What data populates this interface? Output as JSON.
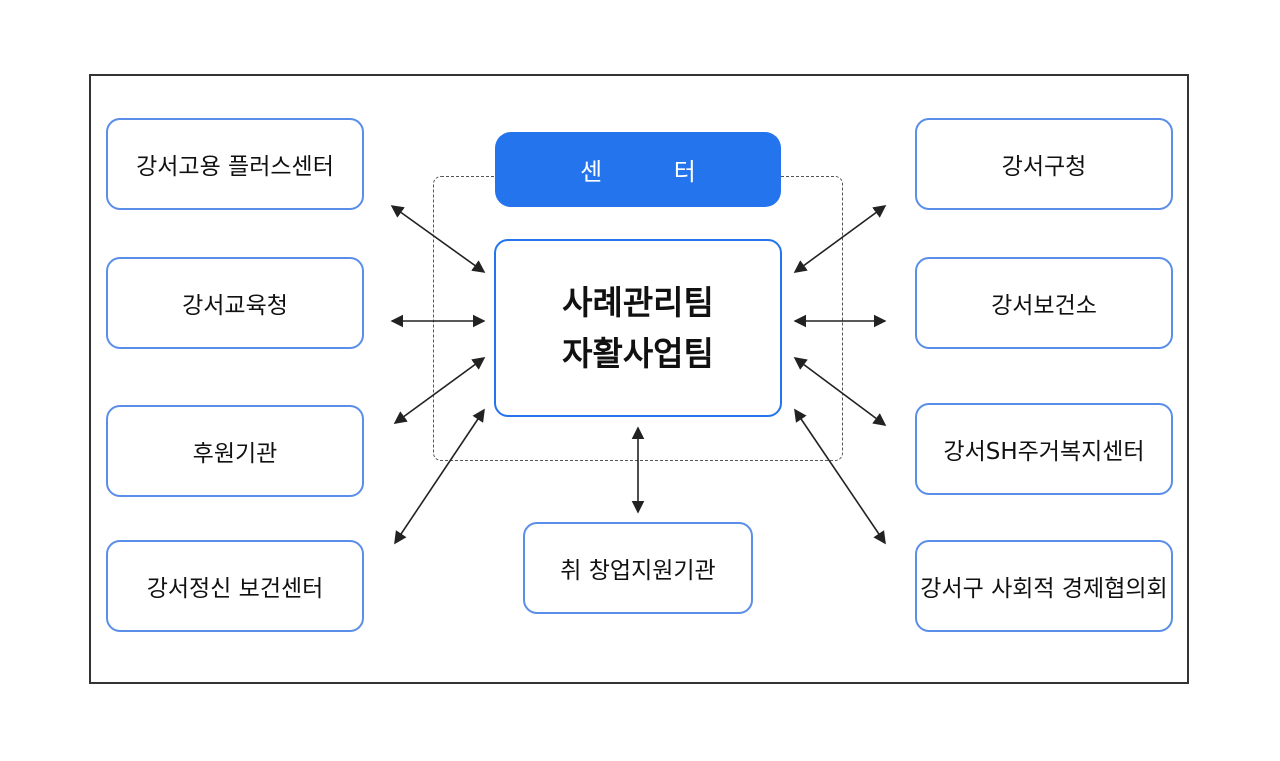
{
  "diagram": {
    "header": "센 터",
    "core": {
      "line1": "사례관리팀",
      "line2": "자활사업팀"
    },
    "left_nodes": [
      "강서고용 플러스센터",
      "강서교육청",
      "후원기관",
      "강서정신 보건센터"
    ],
    "right_nodes": [
      "강서구청",
      "강서보건소",
      "강서SH주거복지센터",
      "강서구 사회적 경제협의회"
    ],
    "bottom_node": "취 창업지원기관",
    "colors": {
      "accent": "#2474ee",
      "node_border": "#5a8ee8",
      "arrow": "#222222",
      "frame": "#333333"
    }
  }
}
